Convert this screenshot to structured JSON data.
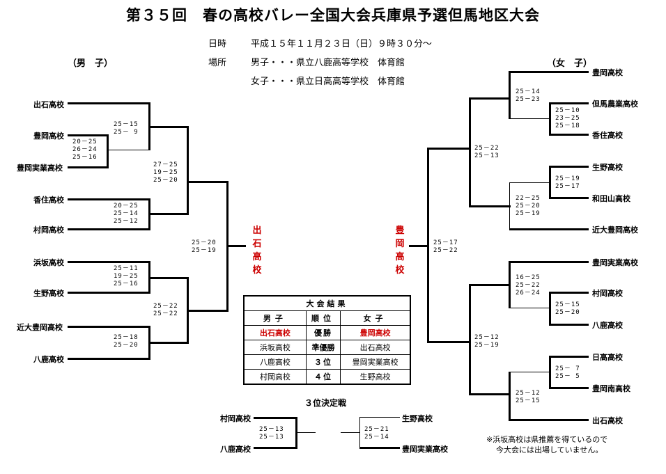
{
  "title": "第３５回　春の高校バレー全国大会兵庫県予選但馬地区大会",
  "info": {
    "date_label": "日時",
    "date_value": "平成１５年１１月２３日（日）９時３０分～",
    "place_label": "場所",
    "place_boys": "男子・・・県立八鹿高等学校　体育館",
    "place_girls": "女子・・・県立日高高等学校　体育館"
  },
  "boys": {
    "header": "（男　子）",
    "teams": [
      "出石高校",
      "豊岡高校",
      "豊岡実業高校",
      "香住高校",
      "村岡高校",
      "浜坂高校",
      "生野高校",
      "近大豊岡高校",
      "八鹿高校"
    ],
    "scores": {
      "r1_toyooka_jitsugyo": [
        "20－25",
        "26－24",
        "25－16"
      ],
      "izushi_toyooka": [
        "25－15",
        "25－ 9"
      ],
      "kasumi_muraoka": [
        "20－25",
        "25－14",
        "25－12"
      ],
      "semi_top": [
        "27－25",
        "19－25",
        "25－20"
      ],
      "hamasaka_ikuno": [
        "25－11",
        "19－25",
        "25－16"
      ],
      "kindai_yoka": [
        "25－18",
        "25－20"
      ],
      "semi_bottom": [
        "25－22",
        "25－22"
      ],
      "final": [
        "25－20",
        "25－19"
      ]
    },
    "champion": "出石高校"
  },
  "girls": {
    "header": "（女　子）",
    "teams": [
      "豊岡高校",
      "但馬農業高校",
      "香住高校",
      "生野高校",
      "和田山高校",
      "近大豊岡高校",
      "豊岡実業高校",
      "村岡高校",
      "八鹿高校",
      "日高高校",
      "豊岡南高校",
      "出石高校"
    ],
    "scores": {
      "r1_tajima_kasumi": [
        "25－10",
        "23－25",
        "25－18"
      ],
      "toyooka_r2": [
        "25－14",
        "25－23"
      ],
      "ikuno_wadayama": [
        "25－19",
        "25－17"
      ],
      "r2_kindai": [
        "22－25",
        "25－20",
        "25－19"
      ],
      "semi_top": [
        "25－22",
        "25－13"
      ],
      "jitsugyo_r2": [
        "16－25",
        "25－22",
        "26－24"
      ],
      "muraoka_yoka": [
        "25－15",
        "25－20"
      ],
      "hidaka_minami": [
        "25－ 7",
        "25－ 5"
      ],
      "r2_izushi": [
        "25－12",
        "25－15"
      ],
      "semi_bottom": [
        "25－12",
        "25－19"
      ],
      "final": [
        "25－17",
        "25－22"
      ]
    },
    "champion": "豊岡高校"
  },
  "results": {
    "caption": "大会結果",
    "headers": [
      "男子",
      "順位",
      "女子"
    ],
    "rows": [
      {
        "boys": "出石高校",
        "rank": "優勝",
        "girls": "豊岡高校"
      },
      {
        "boys": "浜坂高校",
        "rank": "準優勝",
        "girls": "出石高校"
      },
      {
        "boys": "八鹿高校",
        "rank": "３位",
        "girls": "豊岡実業高校"
      },
      {
        "boys": "村岡高校",
        "rank": "４位",
        "girls": "生野高校"
      }
    ]
  },
  "third_place": {
    "title": "３位決定戦",
    "boys_teams": [
      "村岡高校",
      "八鹿高校"
    ],
    "boys_scores": [
      "25－13",
      "25－13"
    ],
    "girls_teams": [
      "生野高校",
      "豊岡実業高校"
    ],
    "girls_scores": [
      "25－21",
      "25－14"
    ]
  },
  "note": [
    "※浜坂高校は県推薦を得ているので",
    "今大会には出場していません。"
  ]
}
